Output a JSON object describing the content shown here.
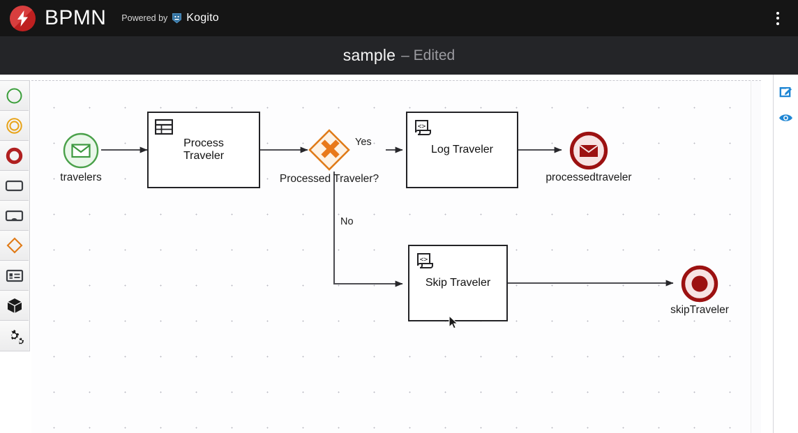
{
  "topnav": {
    "brand": "BPMN",
    "powered_prefix": "Powered by",
    "powered_brand": "Kogito",
    "logo_icon": "lightning-bolt-icon",
    "kogito_icon": "kogito-shield-icon",
    "menu_icon": "kebab-menu-icon",
    "bg": "#151515",
    "accent": "#d32323"
  },
  "titlebar": {
    "title": "sample",
    "state": "– Edited",
    "bg": "#242528"
  },
  "palette": {
    "items": [
      {
        "name": "start-events",
        "icon": "start-event-circle-icon",
        "color": "#3a9e3a"
      },
      {
        "name": "intermediate-events",
        "icon": "intermediate-event-double-circle-icon",
        "color": "#e8a317"
      },
      {
        "name": "end-events",
        "icon": "end-event-thick-circle-icon",
        "color": "#b02020"
      },
      {
        "name": "tasks",
        "icon": "task-rounded-rect-icon",
        "color": "#3c3f44"
      },
      {
        "name": "subprocesses",
        "icon": "subprocess-rect-icon",
        "color": "#3c3f44"
      },
      {
        "name": "gateways",
        "icon": "gateway-diamond-icon",
        "color": "#e07b18"
      },
      {
        "name": "data-objects",
        "icon": "data-object-list-icon",
        "color": "#3c3f44"
      },
      {
        "name": "artifacts",
        "icon": "cube-box-icon",
        "color": "#1a1a1a"
      },
      {
        "name": "service-tasks",
        "icon": "gears-icon",
        "color": "#1a1a1a"
      }
    ]
  },
  "rightbar": {
    "items": [
      {
        "name": "edit-properties",
        "icon": "pencil-square-icon",
        "color": "#1f86d4"
      },
      {
        "name": "preview",
        "icon": "eye-icon",
        "color": "#1f86d4"
      }
    ]
  },
  "diagram": {
    "nodes": [
      {
        "id": "travelers",
        "type": "message-start-event",
        "label": "travelers",
        "icon": "envelope-icon",
        "stroke": "#4aa14a",
        "fill": "#eaf7ea"
      },
      {
        "id": "process-traveler",
        "type": "business-rule-task",
        "label": "Process Traveler",
        "icon": "business-rule-table-icon"
      },
      {
        "id": "processed-gateway",
        "type": "exclusive-gateway",
        "label": "Processed Traveler?",
        "icon": "gateway-x-icon",
        "stroke": "#e07b18",
        "fill": "#fdf2e4"
      },
      {
        "id": "log-traveler",
        "type": "script-task",
        "label": "Log Traveler",
        "icon": "script-scroll-icon"
      },
      {
        "id": "processedtraveler",
        "type": "message-end-event",
        "label": "processedtraveler",
        "icon": "envelope-filled-icon",
        "stroke": "#9c1111",
        "fill": "#f7e3e3"
      },
      {
        "id": "skip-traveler",
        "type": "script-task",
        "label": "Skip Traveler",
        "icon": "script-scroll-icon"
      },
      {
        "id": "skiptraveler",
        "type": "terminate-end-event",
        "label": "skipTraveler",
        "icon": "terminate-dot-icon",
        "stroke": "#9c1111",
        "fill": "#f7e3e3"
      }
    ],
    "edges": [
      {
        "from": "travelers",
        "to": "process-traveler",
        "label": ""
      },
      {
        "from": "process-traveler",
        "to": "processed-gateway",
        "label": ""
      },
      {
        "from": "processed-gateway",
        "to": "log-traveler",
        "label": "Yes"
      },
      {
        "from": "log-traveler",
        "to": "processedtraveler",
        "label": ""
      },
      {
        "from": "processed-gateway",
        "to": "skip-traveler",
        "label": "No"
      },
      {
        "from": "skip-traveler",
        "to": "skiptraveler",
        "label": ""
      }
    ]
  }
}
